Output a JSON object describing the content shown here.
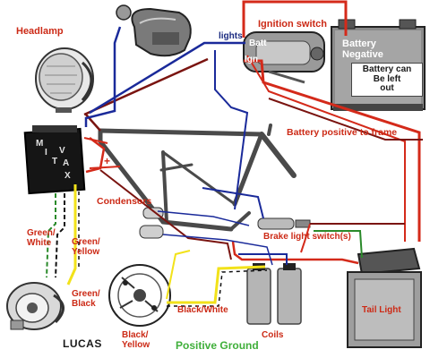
{
  "labels": {
    "headlamp": "Headlamp",
    "lights": "lights",
    "ignition_switch": "Ignition switch",
    "batt": "Batt",
    "ign": "Ign",
    "battery_negative_line1": "Battery",
    "battery_negative_line2": "Negative",
    "battery_note_line1": "Battery can",
    "battery_note_line2": "Be left",
    "battery_note_line3": "out",
    "battery_positive_to_frame": "Battery positive to frame",
    "plus": "+",
    "condensors": "Condensors",
    "green_white_line1": "Green/",
    "green_white_line2": "White",
    "green_yellow_line1": "Green/",
    "green_yellow_line2": "Yellow",
    "green_black_line1": "Green/",
    "green_black_line2": "Black",
    "brake_light_switch": "Brake light switch(s)",
    "black_white": "Black/White",
    "black_yellow_line1": "Black/",
    "black_yellow_line2": "Yellow",
    "tail_light": "Tail Light",
    "coils": "Coils",
    "positive_ground": "Positive Ground",
    "lucas": "LUCAS",
    "regulator_letters": [
      "M",
      "I",
      "T",
      "V",
      "A",
      "X"
    ]
  },
  "colors": {
    "red_wire": "#d42a1a",
    "dark_red_wire": "#7a1410",
    "blue_wire": "#1a2a9a",
    "green_wire": "#2a8a2a",
    "yellow_wire": "#f2e21a",
    "black_wire": "#111111",
    "label_red": "#cc2a16",
    "label_green": "#3faf3a"
  }
}
